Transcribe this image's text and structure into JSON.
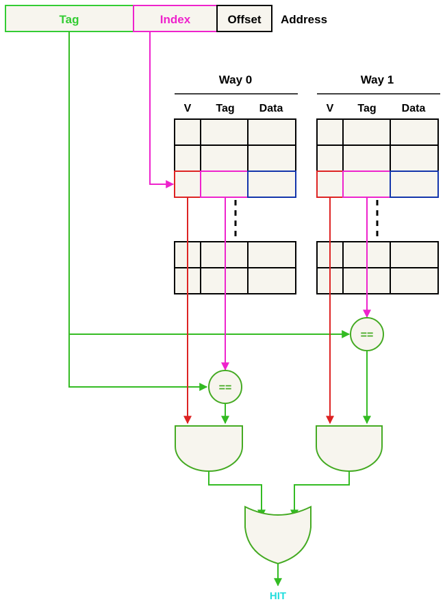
{
  "address": {
    "fields": [
      {
        "label": "Tag",
        "color": "#33cc33"
      },
      {
        "label": "Index",
        "color": "#ee22cc"
      },
      {
        "label": "Offset",
        "color": "#000000"
      }
    ],
    "label": "Address"
  },
  "ways": [
    {
      "title": "Way 0",
      "columns": [
        "V",
        "Tag",
        "Data"
      ]
    },
    {
      "title": "Way 1",
      "columns": [
        "V",
        "Tag",
        "Data"
      ]
    }
  ],
  "comparator_label": "==",
  "output_label": "HIT",
  "colors": {
    "tag": "#33bb22",
    "index": "#ee22cc",
    "valid": "#dd2222",
    "data": "#1133aa",
    "hit": "#22dddd",
    "fill": "#f7f5ee",
    "gate": "#44aa22"
  }
}
